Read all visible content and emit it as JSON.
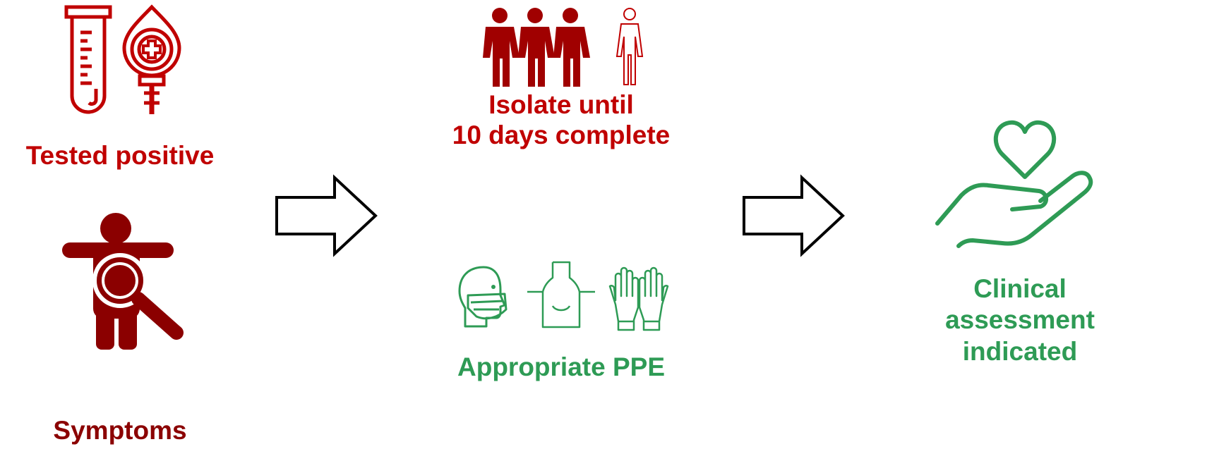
{
  "colors": {
    "red": "#c00000",
    "dark_red": "#8b0000",
    "green": "#2e9b55",
    "arrow_outline": "#000000"
  },
  "left": {
    "tested_positive_label": "Tested positive",
    "symptoms_label": "Symptoms",
    "icons": [
      "test-tube-icon",
      "blood-drop-magnifier-icon",
      "person-magnifier-icon"
    ]
  },
  "middle": {
    "isolate_line1": "Isolate until",
    "isolate_line2": "10 days complete",
    "ppe_label": "Appropriate PPE",
    "icons": [
      "people-group-icon",
      "face-mask-icon",
      "apron-icon",
      "gloves-icon"
    ]
  },
  "right": {
    "assessment_line1": "Clinical",
    "assessment_line2": "assessment",
    "assessment_line3": "indicated",
    "icons": [
      "heart-hand-icon"
    ]
  },
  "arrows": [
    "right-arrow-icon",
    "right-arrow-icon"
  ]
}
